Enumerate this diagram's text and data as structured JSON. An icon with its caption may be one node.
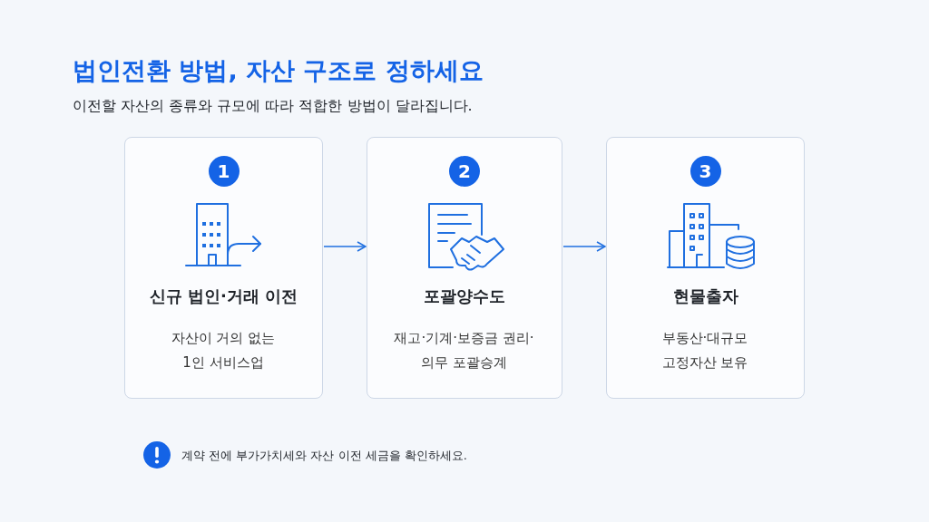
{
  "diagram": {
    "title": "법인전환 방법, 자산 구조로 정하세요",
    "nodes": [
      {
        "text": [
          "1",
          "신규 법인·거래 이전",
          "자산이 거의 없는 1인 서비스업"
        ]
      },
      {
        "text": [
          "2",
          "포괄양수도",
          "재고·기계·보증금 권리·의무 포괄승계"
        ]
      },
      {
        "text": [
          "3",
          "현물출자",
          "부동산·대규모 고정자산 보유"
        ]
      }
    ],
    "edges": [
      {
        "from": 0,
        "to": 1,
        "arrow": "to"
      },
      {
        "from": 1,
        "to": 2,
        "arrow": "to"
      }
    ],
    "labels": [
      "이전할 자산의 종류와 규모에 따라 적합한 방법이 달라집니다.",
      "계약 전에 부가가치세와 자산 이전 세금을 확인하세요."
    ]
  }
}
